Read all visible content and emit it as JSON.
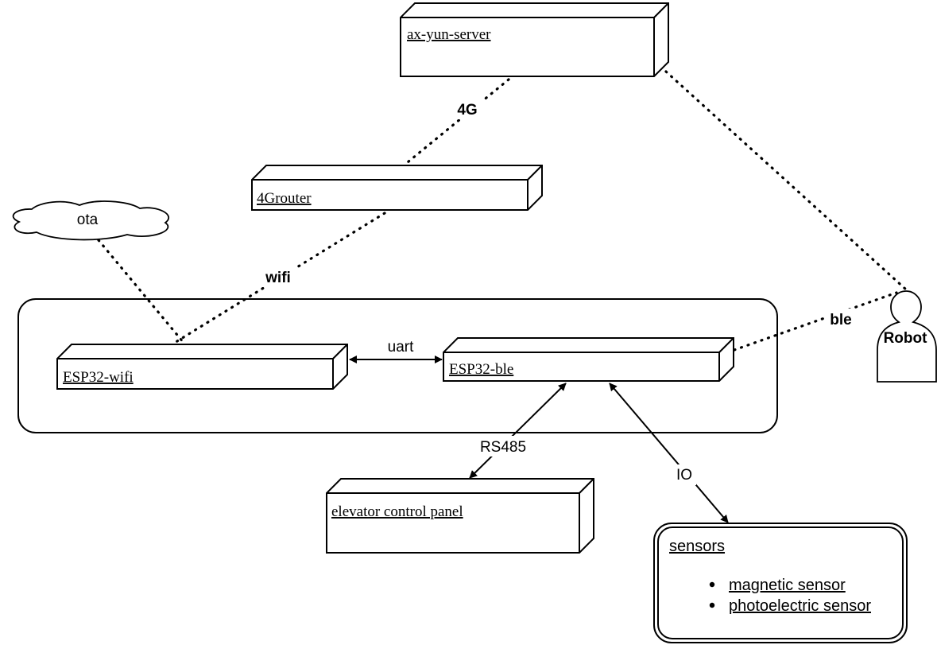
{
  "nodes": {
    "server": "ax-yun-server",
    "router": "4Grouter",
    "wifi": "ESP32-wifi",
    "ble": "ESP32-ble",
    "elevator": "elevator control panel",
    "ota": "ota",
    "robot": "Robot",
    "sensors": {
      "title": "sensors",
      "items": [
        "magnetic sensor",
        "photoelectric sensor"
      ]
    }
  },
  "edges": {
    "link_4g": "4G",
    "link_wifi": "wifi",
    "link_ble": "ble",
    "link_uart": "uart",
    "link_rs485": "RS485",
    "link_io": "IO"
  }
}
